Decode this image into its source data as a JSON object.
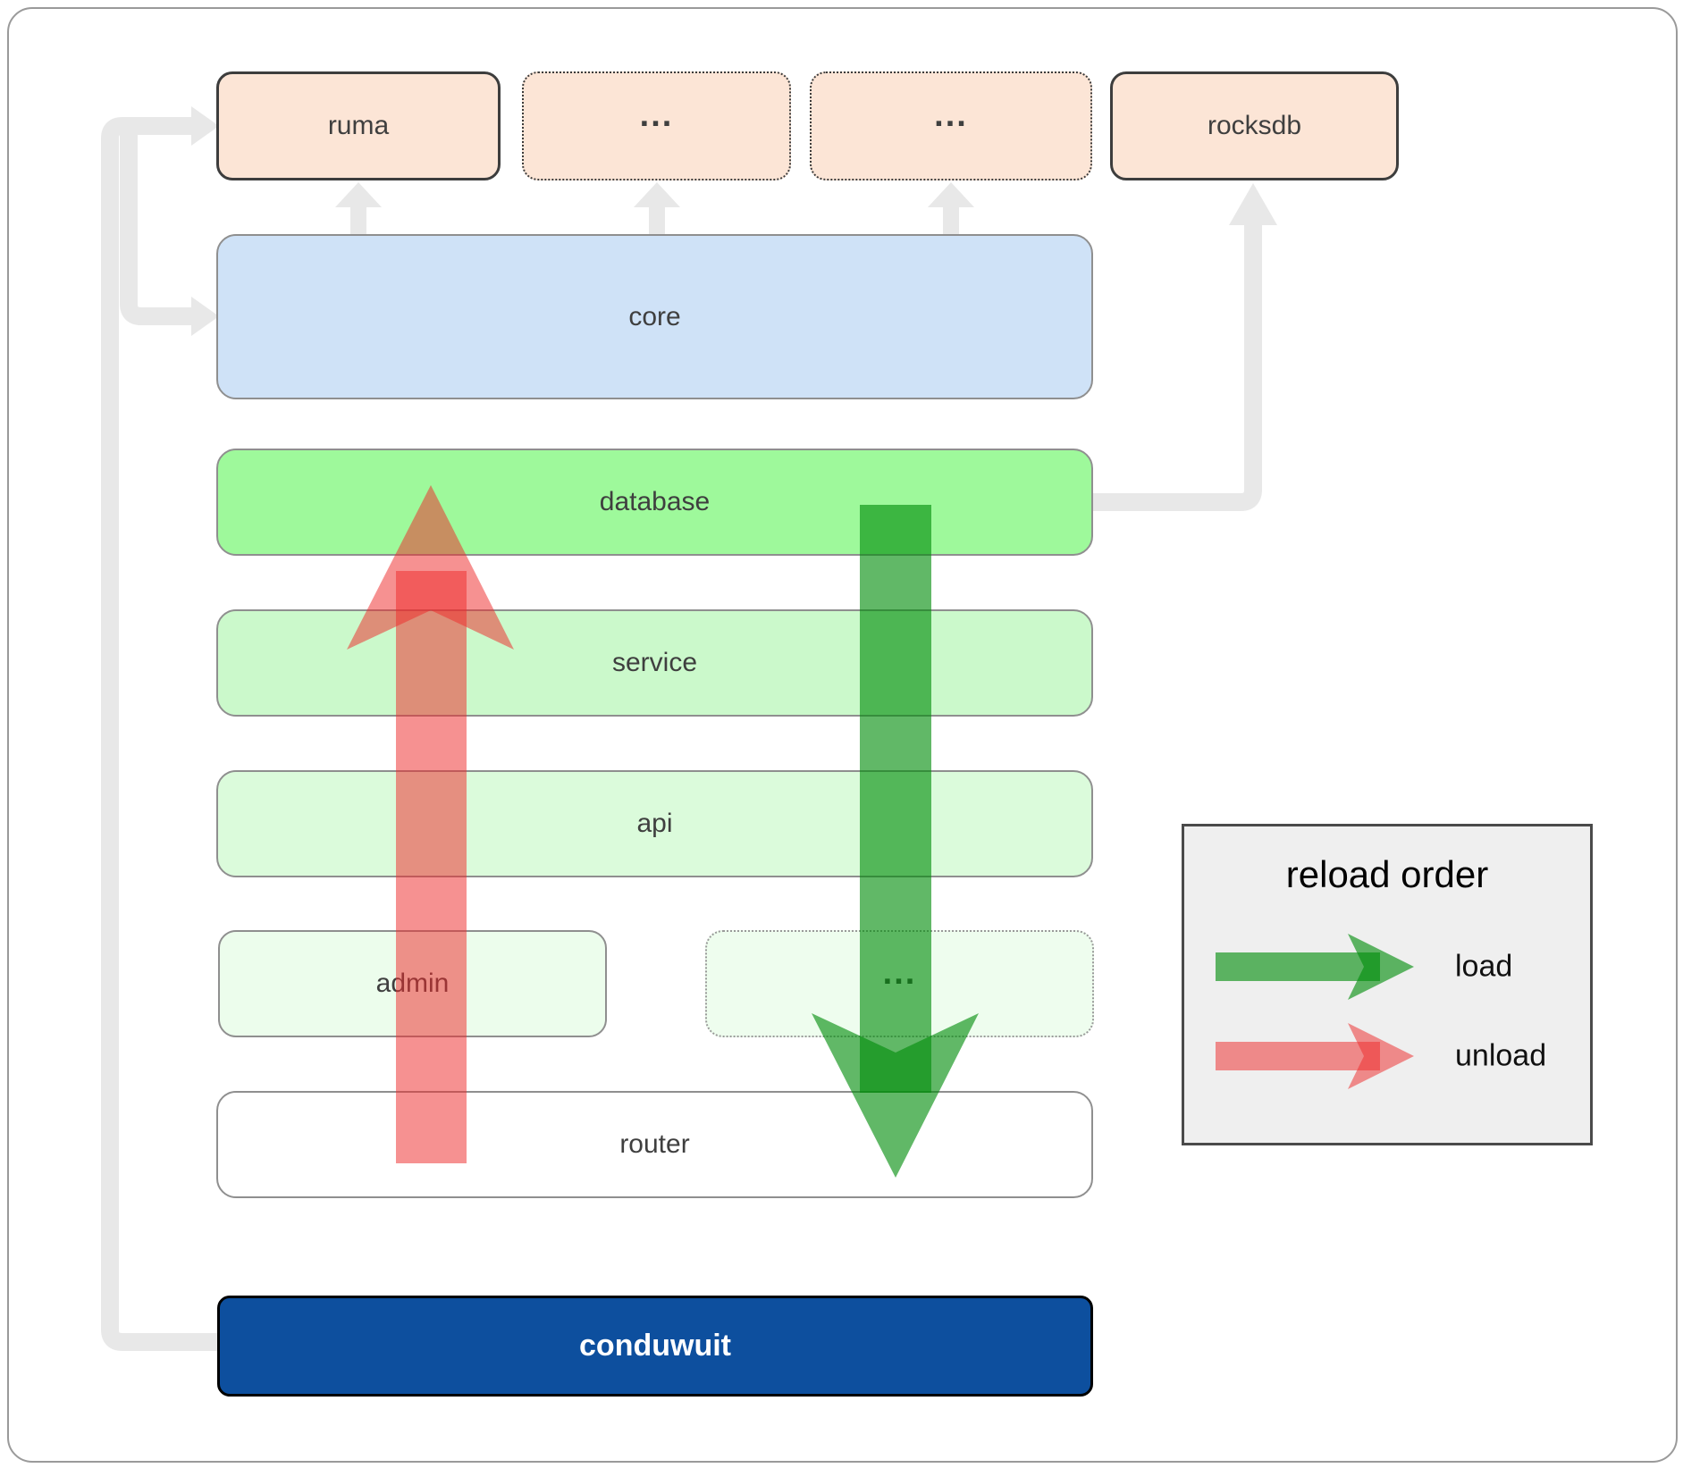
{
  "diagram": {
    "boxes": {
      "ruma": "ruma",
      "ellipsis1": "...",
      "ellipsis2": "...",
      "rocksdb": "rocksdb",
      "core": "core",
      "database": "database",
      "service": "service",
      "api": "api",
      "admin": "admin",
      "ellipsis3": "...",
      "router": "router",
      "conduwuit": "conduwuit"
    },
    "legend": {
      "title": "reload order",
      "load": "load",
      "unload": "unload"
    },
    "colors": {
      "load_arrow_green": "#008c0a",
      "unload_arrow_red": "#ee2d2d",
      "conduwuit_bg": "#0d4f9e",
      "core_bg": "#cfe2f7",
      "database_bg": "#9ef99b",
      "service_bg": "#cbf9cb",
      "api_bg": "#dbfbdb",
      "admin_bg": "#ecfdec",
      "peach_bg": "#fce5d6",
      "connector_gray": "#e8e8e8",
      "legend_bg": "#efefef"
    }
  }
}
